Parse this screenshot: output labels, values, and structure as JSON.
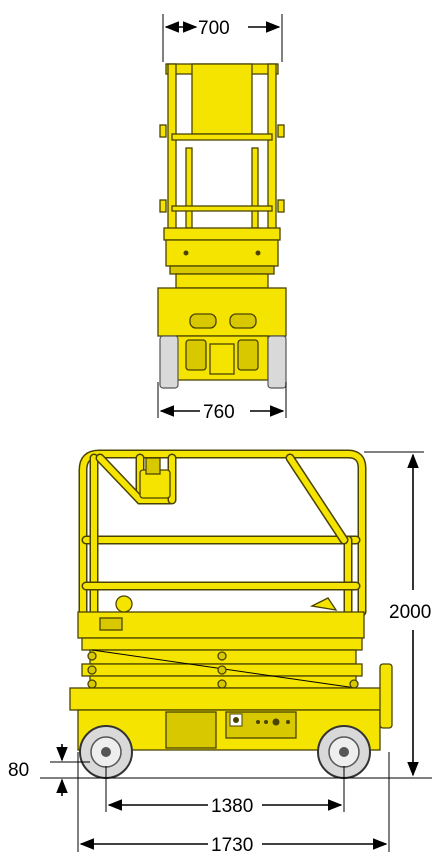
{
  "dimensions": {
    "front_top_width": "700",
    "front_bottom_width": "760",
    "side_height": "2000",
    "ground_clearance": "80",
    "wheelbase": "1380",
    "overall_length": "1730"
  },
  "colors": {
    "machine_yellow": "#f5e400",
    "outline": "#4a4300",
    "tire_grey": "#d9d9d9",
    "dimension_lines": "#000000"
  }
}
